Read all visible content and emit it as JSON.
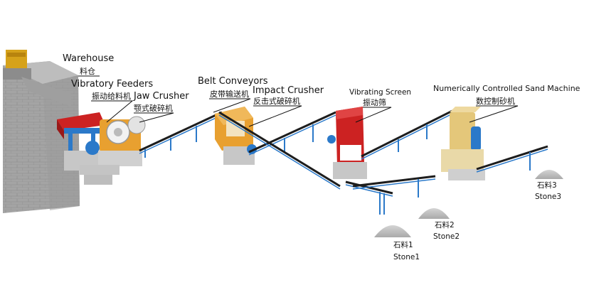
{
  "labels": {
    "warehouse_en": "Warehouse",
    "warehouse_cn": "料仓",
    "feeder_en": "Vibratory Feeders",
    "feeder_cn": "振动给料机",
    "jaw_en": "Jaw Crusher",
    "jaw_cn": "颚式破碎机",
    "belt_en": "Belt Conveyors",
    "belt_cn": "皮带输送机",
    "impact_en": "Impact Crusher",
    "impact_cn": "反击式破碎机",
    "screen_en": "Vibrating Screen",
    "screen_cn": "振动筛",
    "sand_en": "Numerically Controlled Sand Machine",
    "sand_cn": "数控制砂机",
    "stone1_cn": "石料1",
    "stone1_en": "Stone1",
    "stone2_cn": "石料2",
    "stone2_en": "Stone2",
    "stone3_cn": "石料3",
    "stone3_en": "Stone3"
  },
  "colors": {
    "wall": "#a7a7a7",
    "warehouse_top": "#d6a21a",
    "frame_blue": "#2b79c9",
    "belt": "#1d1d1d",
    "crusher_orange": "#e8a030",
    "screen_red": "#cc2222",
    "sand_machine": "#e4c77a",
    "base_gray": "#c7c7c7",
    "stone_pile": "#b8b8b8"
  }
}
